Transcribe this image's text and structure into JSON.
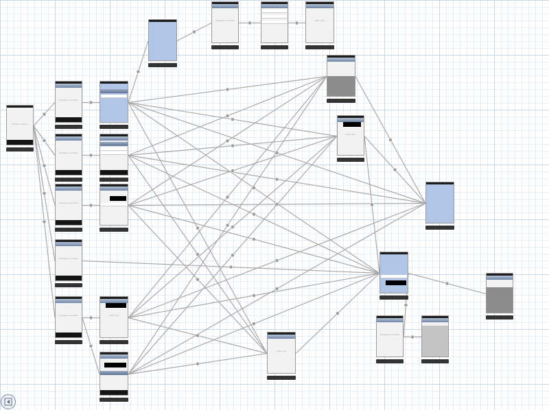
{
  "colors": {
    "segue": "#a8a8a8",
    "segue_dot": "#9d9d9d",
    "scene_border": "#9a9a9a",
    "caption_bg": "#333333",
    "blue_fill": "#b1c6e6"
  },
  "icons": {
    "back": "triangle-left-icon"
  },
  "scenes": [
    {
      "id": "tabbar",
      "kind": "tabbar",
      "label": "Tab Bar Controller"
    },
    {
      "id": "nav1",
      "kind": "nav",
      "label": "Navigation Controller"
    },
    {
      "id": "nav2",
      "kind": "nav",
      "label": "Navigation Controller"
    },
    {
      "id": "nav3",
      "kind": "nav",
      "label": "Navigation Controller"
    },
    {
      "id": "nav4",
      "kind": "nav",
      "label": "Navigation Controller"
    },
    {
      "id": "nav5",
      "kind": "nav",
      "label": "Navigation Controller"
    },
    {
      "id": "tbl1",
      "kind": "blue",
      "label": ""
    },
    {
      "id": "tbl2",
      "kind": "table",
      "label": ""
    },
    {
      "id": "tbl3",
      "kind": "table",
      "label": ""
    },
    {
      "id": "tbl4",
      "kind": "table",
      "label": "Table View"
    },
    {
      "id": "tbl5",
      "kind": "table",
      "label": ""
    },
    {
      "id": "blueMid",
      "kind": "blue",
      "label": ""
    },
    {
      "id": "navTop",
      "kind": "nav",
      "label": "Navigation Controller"
    },
    {
      "id": "formTop",
      "kind": "form",
      "label": ""
    },
    {
      "id": "tblTop",
      "kind": "table",
      "label": "Table View"
    },
    {
      "id": "grayR1",
      "kind": "gray",
      "label": ""
    },
    {
      "id": "tblR2",
      "kind": "table",
      "label": "Table View"
    },
    {
      "id": "blueR",
      "kind": "blue",
      "label": ""
    },
    {
      "id": "blueTbl",
      "kind": "bluetable",
      "label": ""
    },
    {
      "id": "grayFar",
      "kind": "grayfar",
      "label": ""
    },
    {
      "id": "navB",
      "kind": "nav",
      "label": "Navigation Controller"
    },
    {
      "id": "grayB",
      "kind": "lightgray",
      "label": ""
    },
    {
      "id": "tblB",
      "kind": "table",
      "label": "Table View"
    }
  ],
  "segues": [
    [
      "tabbar",
      "nav1"
    ],
    [
      "tabbar",
      "nav2"
    ],
    [
      "tabbar",
      "nav3"
    ],
    [
      "tabbar",
      "nav4"
    ],
    [
      "tabbar",
      "nav5"
    ],
    [
      "nav1",
      "tbl1"
    ],
    [
      "nav2",
      "tbl2"
    ],
    [
      "nav3",
      "tbl3"
    ],
    [
      "nav5",
      "tbl4"
    ],
    [
      "nav5",
      "tbl5"
    ],
    [
      "tbl1",
      "blueMid"
    ],
    [
      "blueMid",
      "navTop"
    ],
    [
      "navTop",
      "formTop"
    ],
    [
      "formTop",
      "tblTop"
    ],
    [
      "tbl1",
      "grayR1"
    ],
    [
      "tbl1",
      "tblR2"
    ],
    [
      "tbl1",
      "blueR"
    ],
    [
      "tbl1",
      "blueTbl"
    ],
    [
      "tbl1",
      "tblB"
    ],
    [
      "tbl2",
      "grayR1"
    ],
    [
      "tbl2",
      "tblR2"
    ],
    [
      "tbl2",
      "blueR"
    ],
    [
      "tbl2",
      "blueTbl"
    ],
    [
      "tbl2",
      "tblB"
    ],
    [
      "tbl3",
      "grayR1"
    ],
    [
      "tbl3",
      "tblR2"
    ],
    [
      "tbl3",
      "blueR"
    ],
    [
      "tbl3",
      "blueTbl"
    ],
    [
      "tbl3",
      "tblB"
    ],
    [
      "tbl4",
      "grayR1"
    ],
    [
      "tbl4",
      "tblR2"
    ],
    [
      "tbl4",
      "blueR"
    ],
    [
      "tbl4",
      "blueTbl"
    ],
    [
      "tbl4",
      "tblB"
    ],
    [
      "tbl5",
      "grayR1"
    ],
    [
      "tbl5",
      "tblR2"
    ],
    [
      "tbl5",
      "blueR"
    ],
    [
      "tbl5",
      "blueTbl"
    ],
    [
      "tbl5",
      "tblB"
    ],
    [
      "nav4",
      "blueTbl"
    ],
    [
      "tblR2",
      "blueR"
    ],
    [
      "tblR2",
      "blueTbl"
    ],
    [
      "grayR1",
      "blueR"
    ],
    [
      "blueTbl",
      "grayFar"
    ],
    [
      "blueTbl",
      "navB"
    ],
    [
      "navB",
      "grayB"
    ],
    [
      "tblB",
      "blueTbl"
    ]
  ]
}
